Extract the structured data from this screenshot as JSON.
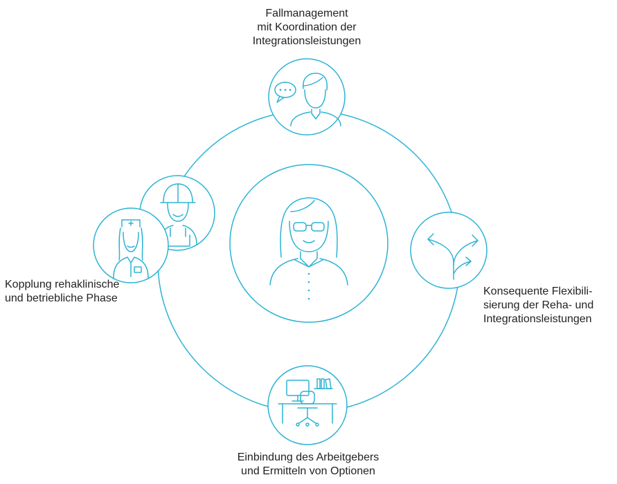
{
  "colors": {
    "accent": "#2bb3d4",
    "text": "#222222",
    "background": "#ffffff"
  },
  "center": {
    "icon": "woman-with-glasses-icon"
  },
  "nodes": {
    "top": {
      "icon": "counselor-with-speech-bubble-icon",
      "label": [
        "Fallmanagement",
        "mit Koordination der",
        "Integrationsleistungen"
      ]
    },
    "right": {
      "icon": "branching-arrows-icon",
      "label": [
        "Konsequente Flexibili-",
        "sierung der Reha- und",
        "Integrationsleistungen"
      ]
    },
    "bottom": {
      "icon": "office-workplace-icon",
      "label": [
        "Einbindung des Arbeitgebers",
        "und Ermitteln von Optionen"
      ]
    },
    "left": {
      "icons": [
        "nurse-icon",
        "construction-worker-icon"
      ],
      "label": [
        "Kopplung rehaklinische",
        "und betriebliche Phase"
      ]
    }
  }
}
